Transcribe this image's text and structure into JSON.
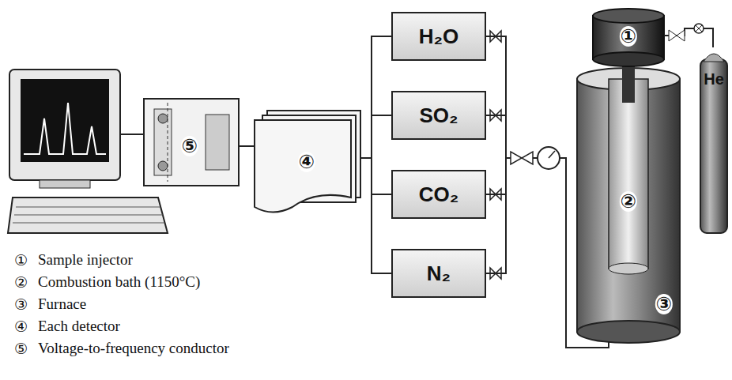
{
  "diagram": {
    "nodes": [
      {
        "text": [
          "H₂O"
        ]
      },
      {
        "text": [
          "SO₂"
        ]
      },
      {
        "text": [
          "CO₂"
        ]
      },
      {
        "text": [
          "N₂"
        ]
      }
    ],
    "edges": [
      {
        "from": 0,
        "to": 1,
        "arrow": "none"
      },
      {
        "from": 1,
        "to": 2,
        "arrow": "none"
      },
      {
        "from": 2,
        "to": 3,
        "arrow": "none"
      },
      {
        "from": 0,
        "to": 1,
        "arrow": "none"
      },
      {
        "from": 1,
        "to": 2,
        "arrow": "none"
      },
      {
        "from": 2,
        "to": 3,
        "arrow": "none"
      }
    ],
    "labels": [
      "⑤",
      "④",
      "①",
      "②",
      "③",
      "He",
      "①",
      "Sample injector",
      "②",
      "Combustion bath (1150°C)",
      "③",
      "Furnace",
      "④",
      "Each detector",
      "⑤",
      "Voltage-to-frequency conductor"
    ]
  }
}
